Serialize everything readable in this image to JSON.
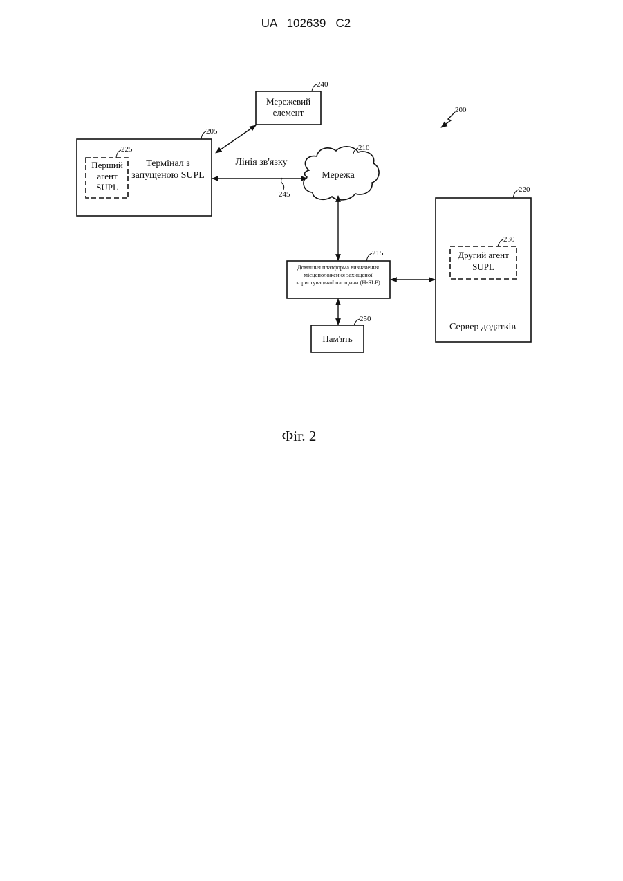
{
  "header": {
    "patent_number": "UA   102639   C2"
  },
  "figure": {
    "ref": "200",
    "caption": "Фіг. 2",
    "nodes": {
      "terminal": {
        "ref": "205",
        "line1": "Термінал з",
        "line2": "запущеною SUPL"
      },
      "first_agent": {
        "ref": "225",
        "line1": "Перший",
        "line2": "агент",
        "line3": "SUPL"
      },
      "network_element": {
        "ref": "240",
        "line1": "Мережевий",
        "line2": "елемент"
      },
      "network": {
        "ref": "210",
        "label": "Мережа"
      },
      "link": {
        "ref": "245",
        "label": "Лінія зв'язку"
      },
      "hslp": {
        "ref": "215",
        "line1": "Домашня платформа визначення",
        "line2": "місцеположення захищеної",
        "line3": "користувацької площини (H-SLP)"
      },
      "memory": {
        "ref": "250",
        "label": "Пам'ять"
      },
      "app_server": {
        "ref": "220",
        "label": "Сервер додатків"
      },
      "second_agent": {
        "ref": "230",
        "line1": "Другий агент",
        "line2": "SUPL"
      }
    }
  }
}
